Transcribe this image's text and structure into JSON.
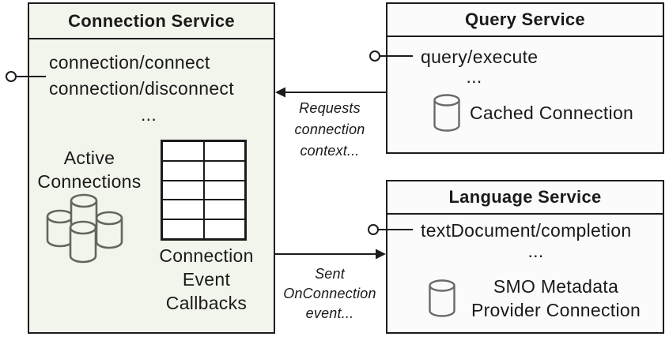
{
  "colors": {
    "page_bg": "#ffffff",
    "connection_box_fill": "#f2f5ec",
    "service_box_fill": "#fbfbfb",
    "border": "#1c1c1c",
    "cylinder_stroke": "#62665e",
    "text": "#1a1a1a"
  },
  "connection_service": {
    "title": "Connection Service",
    "methods": [
      "connection/connect",
      "connection/disconnect"
    ],
    "ellipsis": "...",
    "active_connections": {
      "lines": [
        "Active",
        "Connections"
      ],
      "icon": "database-cluster-icon"
    },
    "callbacks": {
      "lines": [
        "Connection",
        "Event",
        "Callbacks"
      ],
      "icon": "table-grid",
      "table_rows": 5,
      "table_cols": 2
    }
  },
  "query_service": {
    "title": "Query Service",
    "method": "query/execute",
    "ellipsis": "...",
    "cached_connection": {
      "label": "Cached Connection",
      "icon": "database-icon"
    }
  },
  "language_service": {
    "title": "Language Service",
    "method": "textDocument/completion",
    "ellipsis": "...",
    "smo_provider": {
      "lines": [
        "SMO Metadata",
        "Provider Connection"
      ],
      "icon": "database-icon"
    }
  },
  "connectors": {
    "request_arrow": {
      "from": "Query Service",
      "to": "Connection Service",
      "label_lines": [
        "Requests",
        "connection",
        "context..."
      ]
    },
    "sent_arrow": {
      "from": "Connection Service",
      "to": "Language Service",
      "label_lines": [
        "Sent",
        "OnConnection",
        "event..."
      ]
    }
  }
}
